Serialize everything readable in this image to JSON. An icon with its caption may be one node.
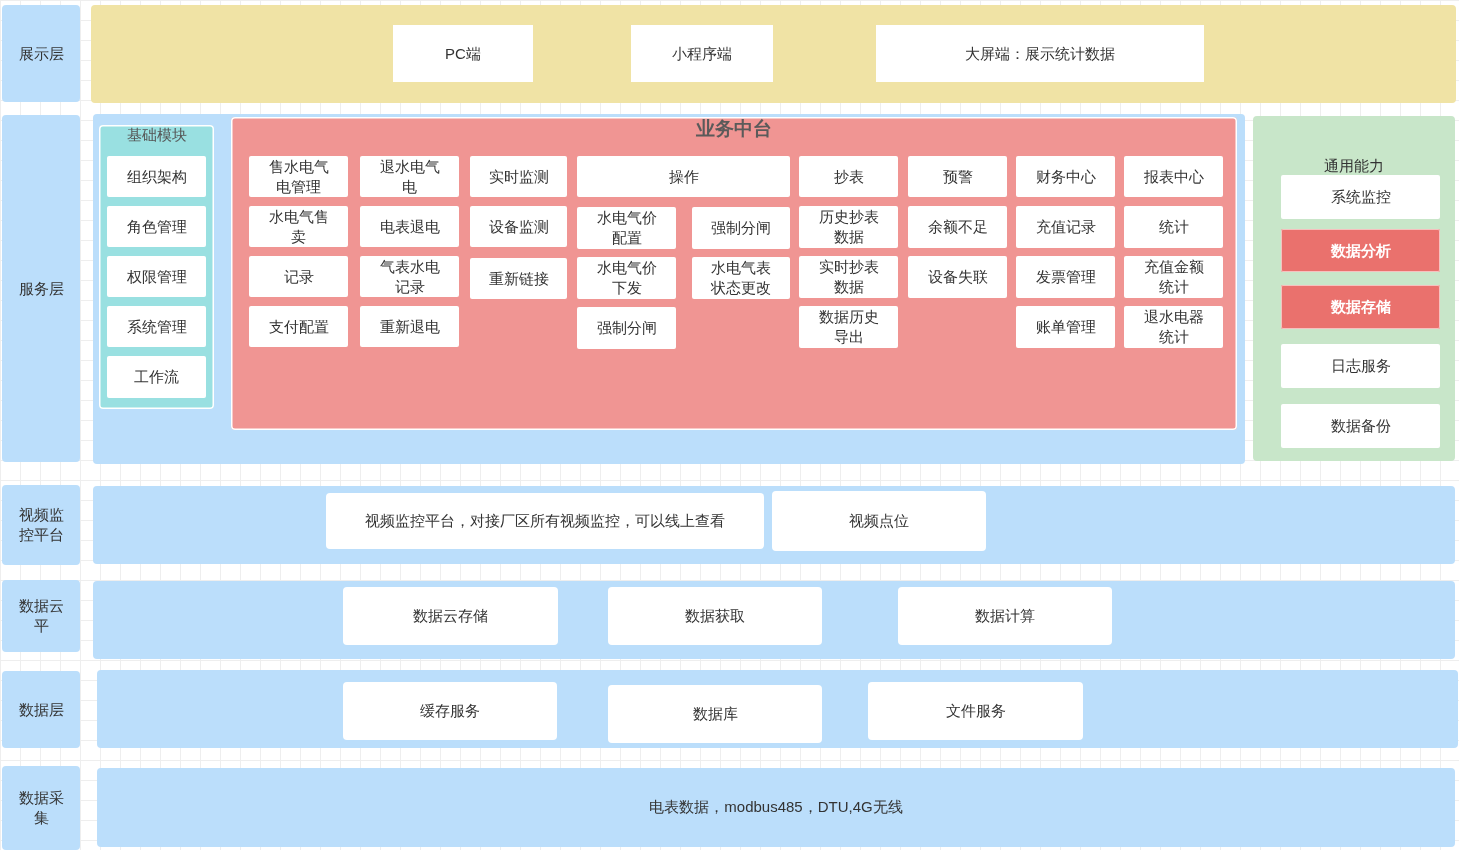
{
  "diagram": {
    "nodes": [
      {
        "text": [
          "展示层"
        ]
      },
      {
        "text": [],
        "shape": "band"
      },
      {
        "text": [
          "PC端"
        ],
        "in": 1
      },
      {
        "text": [
          "小程序端"
        ],
        "in": 1
      },
      {
        "text": [
          "大屏端：展示统计数据"
        ],
        "in": 1
      },
      {
        "text": [
          "服务层"
        ]
      },
      {
        "text": [],
        "shape": "band"
      },
      {
        "text": [
          "基础模块"
        ],
        "in": 6
      },
      {
        "text": [
          "组织架构"
        ],
        "in": 7
      },
      {
        "text": [
          "角色管理"
        ],
        "in": 7
      },
      {
        "text": [
          "权限管理"
        ],
        "in": 7
      },
      {
        "text": [
          "系统管理"
        ],
        "in": 7
      },
      {
        "text": [
          "工作流"
        ],
        "in": 7
      },
      {
        "text": [
          "业务中台"
        ],
        "in": 6
      },
      {
        "text": [
          "售水电气电管理"
        ],
        "in": 13
      },
      {
        "text": [
          "退水电气电"
        ],
        "in": 13
      },
      {
        "text": [
          "实时监测"
        ],
        "in": 13
      },
      {
        "text": [
          "操作"
        ],
        "in": 13
      },
      {
        "text": [
          "抄表"
        ],
        "in": 13
      },
      {
        "text": [
          "预警"
        ],
        "in": 13
      },
      {
        "text": [
          "财务中心"
        ],
        "in": 13
      },
      {
        "text": [
          "报表中心"
        ],
        "in": 13
      },
      {
        "text": [
          "水电气售卖"
        ],
        "in": 13
      },
      {
        "text": [
          "电表退电"
        ],
        "in": 13
      },
      {
        "text": [
          "设备监测"
        ],
        "in": 13
      },
      {
        "text": [
          "水电气价配置"
        ],
        "in": 13
      },
      {
        "text": [
          "强制分闸"
        ],
        "in": 13
      },
      {
        "text": [
          "历史抄表数据"
        ],
        "in": 13
      },
      {
        "text": [
          "余额不足"
        ],
        "in": 13
      },
      {
        "text": [
          "充值记录"
        ],
        "in": 13
      },
      {
        "text": [
          "统计"
        ],
        "in": 13
      },
      {
        "text": [
          "记录"
        ],
        "in": 13
      },
      {
        "text": [
          "气表水电记录"
        ],
        "in": 13
      },
      {
        "text": [
          "重新链接"
        ],
        "in": 13
      },
      {
        "text": [
          "水电气价下发"
        ],
        "in": 13
      },
      {
        "text": [
          "水电气表状态更改"
        ],
        "in": 13
      },
      {
        "text": [
          "实时抄表数据"
        ],
        "in": 13
      },
      {
        "text": [
          "设备失联"
        ],
        "in": 13
      },
      {
        "text": [
          "发票管理"
        ],
        "in": 13
      },
      {
        "text": [
          "充值金额统计"
        ],
        "in": 13
      },
      {
        "text": [
          "支付配置"
        ],
        "in": 13
      },
      {
        "text": [
          "重新退电"
        ],
        "in": 13
      },
      {
        "text": [
          "强制分闸"
        ],
        "in": 13
      },
      {
        "text": [
          "数据历史导出"
        ],
        "in": 13
      },
      {
        "text": [
          "账单管理"
        ],
        "in": 13
      },
      {
        "text": [
          "退水电器统计"
        ],
        "in": 13
      },
      {
        "text": [
          "通用能力"
        ]
      },
      {
        "text": [
          "系统监控"
        ],
        "in": 46
      },
      {
        "text": [
          "数据分析"
        ],
        "in": 46
      },
      {
        "text": [
          "数据存储"
        ],
        "in": 46
      },
      {
        "text": [
          "日志服务"
        ],
        "in": 46
      },
      {
        "text": [
          "数据备份"
        ],
        "in": 46
      },
      {
        "text": [
          "视频监控平台"
        ]
      },
      {
        "text": [],
        "shape": "band"
      },
      {
        "text": [
          "视频监控平台，对接厂区所有视频监控，可以线上查看"
        ],
        "in": 53
      },
      {
        "text": [
          "视频点位"
        ],
        "in": 53
      },
      {
        "text": [
          "数据云平"
        ]
      },
      {
        "text": [],
        "shape": "band"
      },
      {
        "text": [
          "数据云存储"
        ],
        "in": 57
      },
      {
        "text": [
          "数据获取"
        ],
        "in": 57
      },
      {
        "text": [
          "数据计算"
        ],
        "in": 57
      },
      {
        "text": [
          "数据层"
        ]
      },
      {
        "text": [],
        "shape": "band"
      },
      {
        "text": [
          "缓存服务"
        ],
        "in": 62
      },
      {
        "text": [
          "数据库"
        ],
        "in": 62
      },
      {
        "text": [
          "文件服务"
        ],
        "in": 62
      },
      {
        "text": [
          "数据采集"
        ]
      },
      {
        "text": [
          "电表数据，modbus485，DTU,4G无线"
        ]
      }
    ]
  }
}
